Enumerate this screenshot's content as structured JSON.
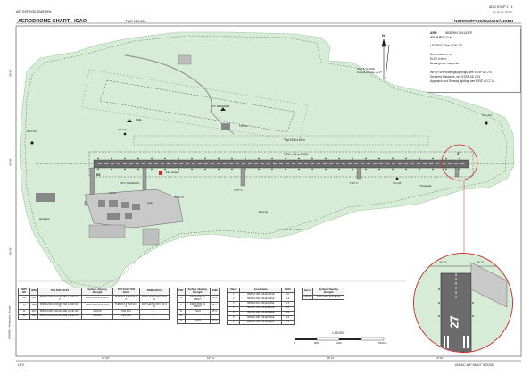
{
  "header": {
    "publisher": "AIP SVERIGE/SWEDEN",
    "page_ref": "AD 2 ESSP 2 - 1",
    "date": "01 AUG 2025",
    "chart_title": "AERODROME CHART - ICAO",
    "twr": "TWR 120.350",
    "aerodrome": "NORRKÖPING/KUNGSÄNGEN"
  },
  "info": {
    "arp_label": "ARP:",
    "arp_value": "583509N 0161437E",
    "elev_label": "AD ELEV:",
    "elev_value": "32 ft",
    "legend": "LEGEND: See GEN 2.3",
    "lines": [
      "Dimensions in m.",
      "ELEV in feet.",
      "Bearings are magnetic.",
      "",
      "INFO/TWY markings/lightings, see ESSP AD 2.9.",
      "Declared Distances, see ESSP AD 2.13",
      "Approach and Runway lighting, see ESSP AD 2.14."
    ]
  },
  "map": {
    "var_label": "VAR 6° E 2020",
    "var_change": "Annual change +0.2°",
    "rwy_dims": "2200 x 45 m ASPH",
    "twy_label": "Twy 2100 x 60 m",
    "labels": [
      "ILS LOC",
      "ILS GP",
      "ILS LOC",
      "ILS GP",
      "ATC SENSORS",
      "ATC SENSORS",
      "DME",
      "TWY D",
      "TWY C",
      "TWY E",
      "TWY F",
      "Hangars",
      "Fuel",
      "Fire station",
      "Rescue",
      "Apron",
      "Threshold",
      "Access to the practice"
    ],
    "rwy_left": "09",
    "rwy_right": "27",
    "lat_labels": [
      "58°36'",
      "58°35'",
      "58°34'"
    ],
    "lon_labels": [
      "16°10'",
      "16°12'",
      "16°14'",
      "16°16'"
    ],
    "north": "N"
  },
  "inset": {
    "rwy": "27",
    "dim_left": "46.20",
    "dim_right": "46.41"
  },
  "rwy_table": {
    "headers": [
      "RWY NR",
      "BRG",
      "THR POS / ELEV",
      "Surface / Bearing Strength",
      "TWY ELEV THR ELEV",
      "SWMS (MAY)"
    ],
    "rows": [
      [
        "09",
        "085°",
        "583510.07N 0161246.48E GUND 31.5 ft",
        "ASPH PCN 50 F/B/X/T",
        "THR 26.3 ft TDZ 31.1 ft",
        "PAPI LEFT (3.00°) (50.0 ft)"
      ],
      [
        "27",
        "265°",
        "583509.64N 0161645.73E GUND 30.9 ft",
        "ASPH PCN 50 F/B/X/T",
        "THR 30.9 ft TDZ 32.1 ft",
        "PAPI LEFT (3.00°) (51.9 ft)"
      ],
      [
        "11",
        "110°",
        "583524.90N 0161411.40E GUND 30 ft",
        "GRASS",
        "THR 30 ft",
        "–"
      ],
      [
        "29",
        "290°",
        "583519.40N 0161446.90E GUND 32 ft",
        "GRASS",
        "THR 32 ft",
        "–"
      ]
    ]
  },
  "twy_table": {
    "headers": [
      "TWY",
      "Surface / Bearing Strength",
      "Width"
    ],
    "rows": [
      [
        "B",
        "ASPH PCN 50 F/B/X/T",
        "23 m"
      ],
      [
        "C",
        "ASPH PCN 50 F/B/X/T",
        "15 m"
      ],
      [
        "D",
        "ASPH",
        "15 m"
      ],
      [
        "E",
        "",
        ""
      ],
      [
        "G",
        "ASPH",
        "15 m"
      ]
    ]
  },
  "stand_table": {
    "headers": [
      "Stand",
      "Coordinates",
      "ELEV"
    ],
    "rows": [
      [
        "1",
        "583502.14N 0161613.74E",
        "11"
      ],
      [
        "2",
        "583502.26N 0161612.41E",
        "13"
      ],
      [
        "3",
        "583502.51N 0161611.06E",
        "12"
      ],
      [
        "4",
        "583502.74N 0161609.72E",
        "12"
      ],
      [
        "5",
        "583502.98N 0161608.38E",
        "12"
      ],
      [
        "6",
        "583503.19N 0161607.02E",
        "12"
      ],
      [
        "7",
        "583503.42N 0161605.68E",
        "12"
      ]
    ]
  },
  "apron_table": {
    "headers": [
      "Apron",
      "Surface / Bearing Strength"
    ],
    "rows": [
      [
        "APRON",
        "ASPH PCN 50 F/B/X/T"
      ]
    ]
  },
  "scale": {
    "ratio": "1:15 000",
    "labels": [
      "0",
      "500",
      "1000",
      "1500 m"
    ]
  },
  "footer": {
    "left": "LFV",
    "right": "AIRAC AIP AMDT 5/2025",
    "side": "CHANGE: Windsocks, Stands"
  },
  "colors": {
    "green": "#d7ecd6",
    "green_edge": "#9fcb9e",
    "runway": "#6b6b6b",
    "accent_red": "#cc2a2a"
  }
}
